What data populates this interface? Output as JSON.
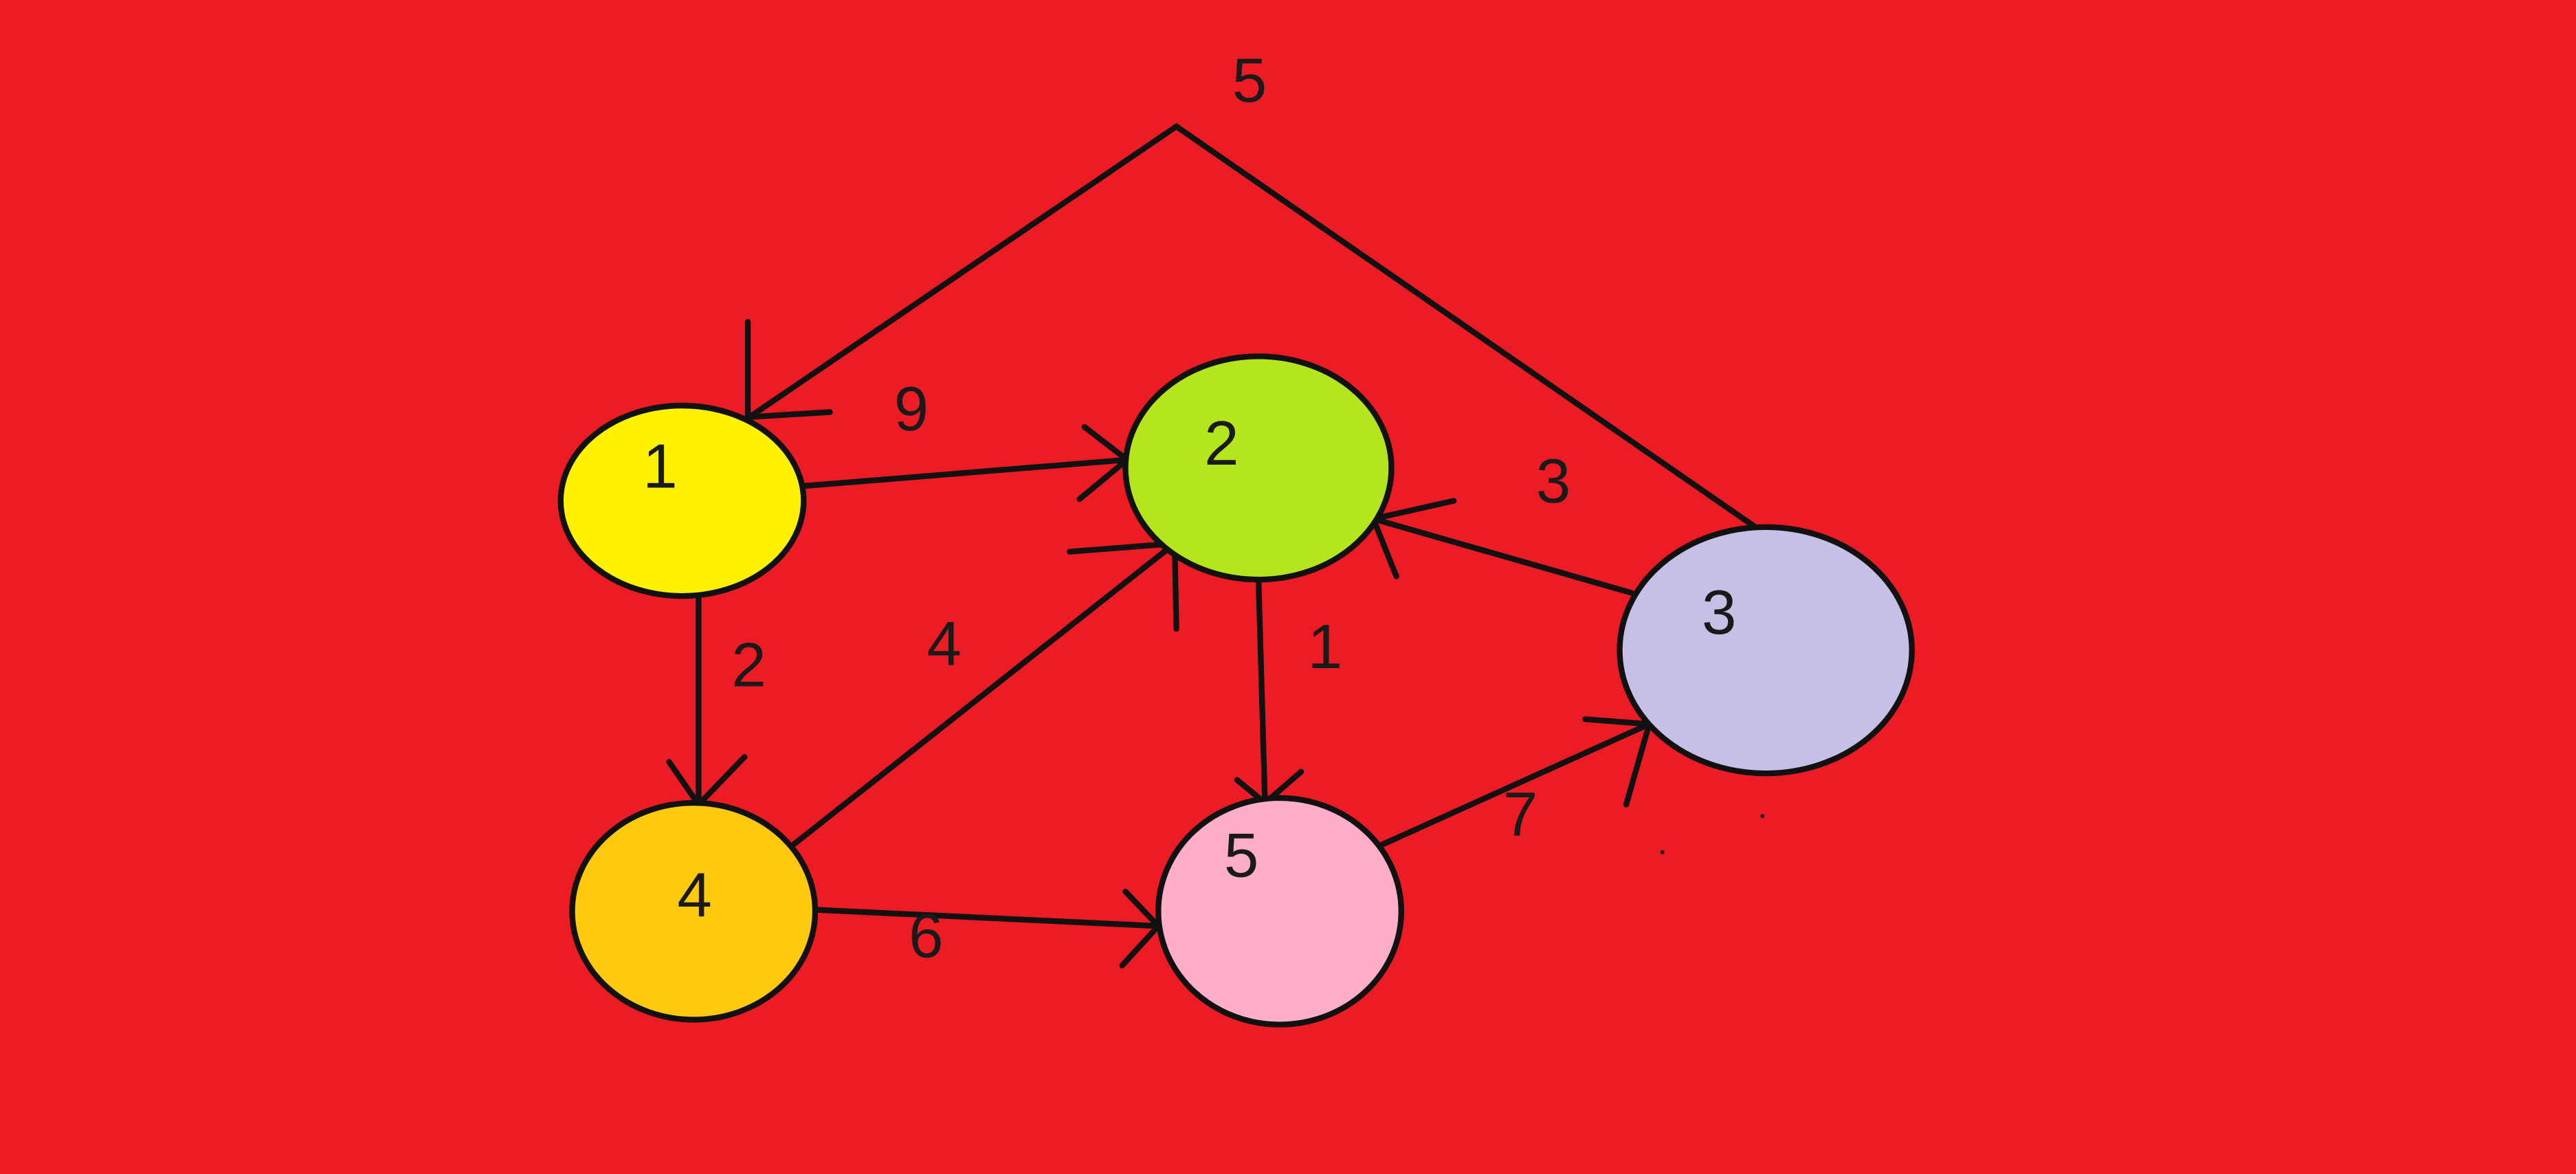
{
  "background_color": "#ed1c24",
  "nodes": [
    {
      "id": "node-1",
      "label": "1",
      "fill": "#fff200"
    },
    {
      "id": "node-2",
      "label": "2",
      "fill": "#b5e61d"
    },
    {
      "id": "node-3",
      "label": "3",
      "fill": "#c8bfe7"
    },
    {
      "id": "node-4",
      "label": "4",
      "fill": "#ffc90e"
    },
    {
      "id": "node-5",
      "label": "5",
      "fill": "#ffaec9"
    }
  ],
  "edges": [
    {
      "from": "3",
      "to": "1",
      "weight": "5"
    },
    {
      "from": "1",
      "to": "2",
      "weight": "9"
    },
    {
      "from": "1",
      "to": "4",
      "weight": "2"
    },
    {
      "from": "4",
      "to": "2",
      "weight": "4"
    },
    {
      "from": "2",
      "to": "5",
      "weight": "1"
    },
    {
      "from": "3",
      "to": "2",
      "weight": "3"
    },
    {
      "from": "4",
      "to": "5",
      "weight": "6"
    },
    {
      "from": "5",
      "to": "3",
      "weight": "7"
    }
  ]
}
